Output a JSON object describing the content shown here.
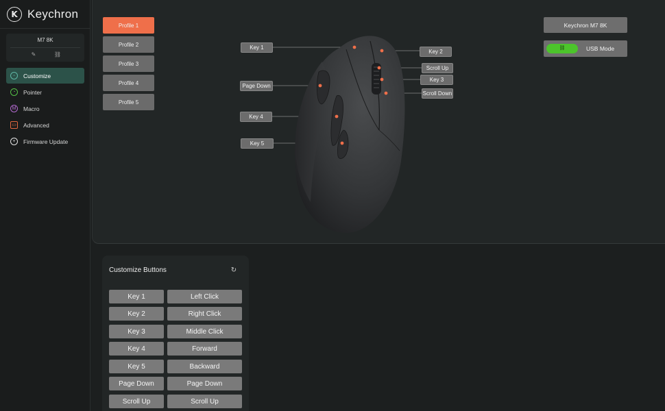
{
  "brand": {
    "logo": "K",
    "name": "Keychron"
  },
  "device": {
    "name": "M7 8K",
    "icons": [
      "edit-icon",
      "link-icon"
    ]
  },
  "nav": [
    {
      "label": "Customize",
      "icon": "mouse-icon",
      "color": "#5fb7a5",
      "active": true
    },
    {
      "label": "Pointer",
      "icon": "gauge-icon",
      "color": "#54c246",
      "active": false
    },
    {
      "label": "Macro",
      "icon": "macro-icon",
      "color": "#b46ad1",
      "active": false
    },
    {
      "label": "Advanced",
      "icon": "calendar-icon",
      "color": "#e4683f",
      "active": false
    },
    {
      "label": "Firmware Update",
      "icon": "plus-circle-icon",
      "color": "#e6e6e6",
      "active": false
    }
  ],
  "profiles": [
    "Profile 1",
    "Profile 2",
    "Profile 3",
    "Profile 4",
    "Profile 5"
  ],
  "active_profile": "Profile 1",
  "device_label": "Keychron M7 8K",
  "usb_mode": {
    "label": "USB Mode",
    "pill_icon": "link-icon",
    "color": "#4cc42b"
  },
  "callouts": {
    "key1": "Key 1",
    "page_down": "Page Down",
    "key4": "Key 4",
    "key5": "Key 5",
    "key2": "Key 2",
    "scroll_up": "Scroll Up",
    "key3": "Key 3",
    "scroll_down": "Scroll Down"
  },
  "customize": {
    "title": "Customize Buttons",
    "rows": [
      {
        "key": "Key 1",
        "action": "Left Click"
      },
      {
        "key": "Key 2",
        "action": "Right Click"
      },
      {
        "key": "Key 3",
        "action": "Middle Click"
      },
      {
        "key": "Key 4",
        "action": "Forward"
      },
      {
        "key": "Key 5",
        "action": "Backward"
      },
      {
        "key": "Page Down",
        "action": "Page Down"
      },
      {
        "key": "Scroll Up",
        "action": "Scroll Up"
      }
    ]
  },
  "colors": {
    "accent": "#ef6f4a",
    "active_nav": "#2c5249",
    "usb_green": "#4cc42b"
  }
}
